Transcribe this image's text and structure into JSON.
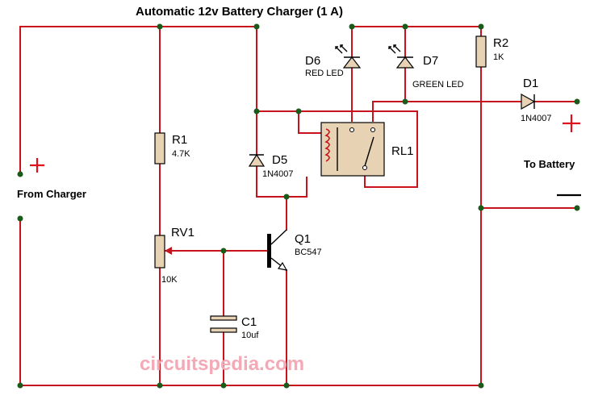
{
  "title": "Automatic 12v Battery Charger (1 A)",
  "watermark": "circuitspedia.com",
  "charger_label": "From Charger",
  "battery_label": "To Battery",
  "colors": {
    "wire": "#c8121c",
    "component_fill": "#e8d2b4",
    "junction": "#1a5a1a",
    "symbol_black": "#000000"
  },
  "components": {
    "R1": {
      "ref": "R1",
      "value": "4.7K"
    },
    "R2": {
      "ref": "R2",
      "value": "1K"
    },
    "RV1": {
      "ref": "RV1",
      "value": "10K"
    },
    "C1": {
      "ref": "C1",
      "value": "10uf"
    },
    "Q1": {
      "ref": "Q1",
      "value": "BC547"
    },
    "D1": {
      "ref": "D1",
      "value": "1N4007"
    },
    "D5": {
      "ref": "D5",
      "value": "1N4007"
    },
    "D6": {
      "ref": "D6",
      "value": "RED LED"
    },
    "D7": {
      "ref": "D7",
      "value": "GREEN LED"
    },
    "RL1": {
      "ref": "RL1"
    }
  }
}
